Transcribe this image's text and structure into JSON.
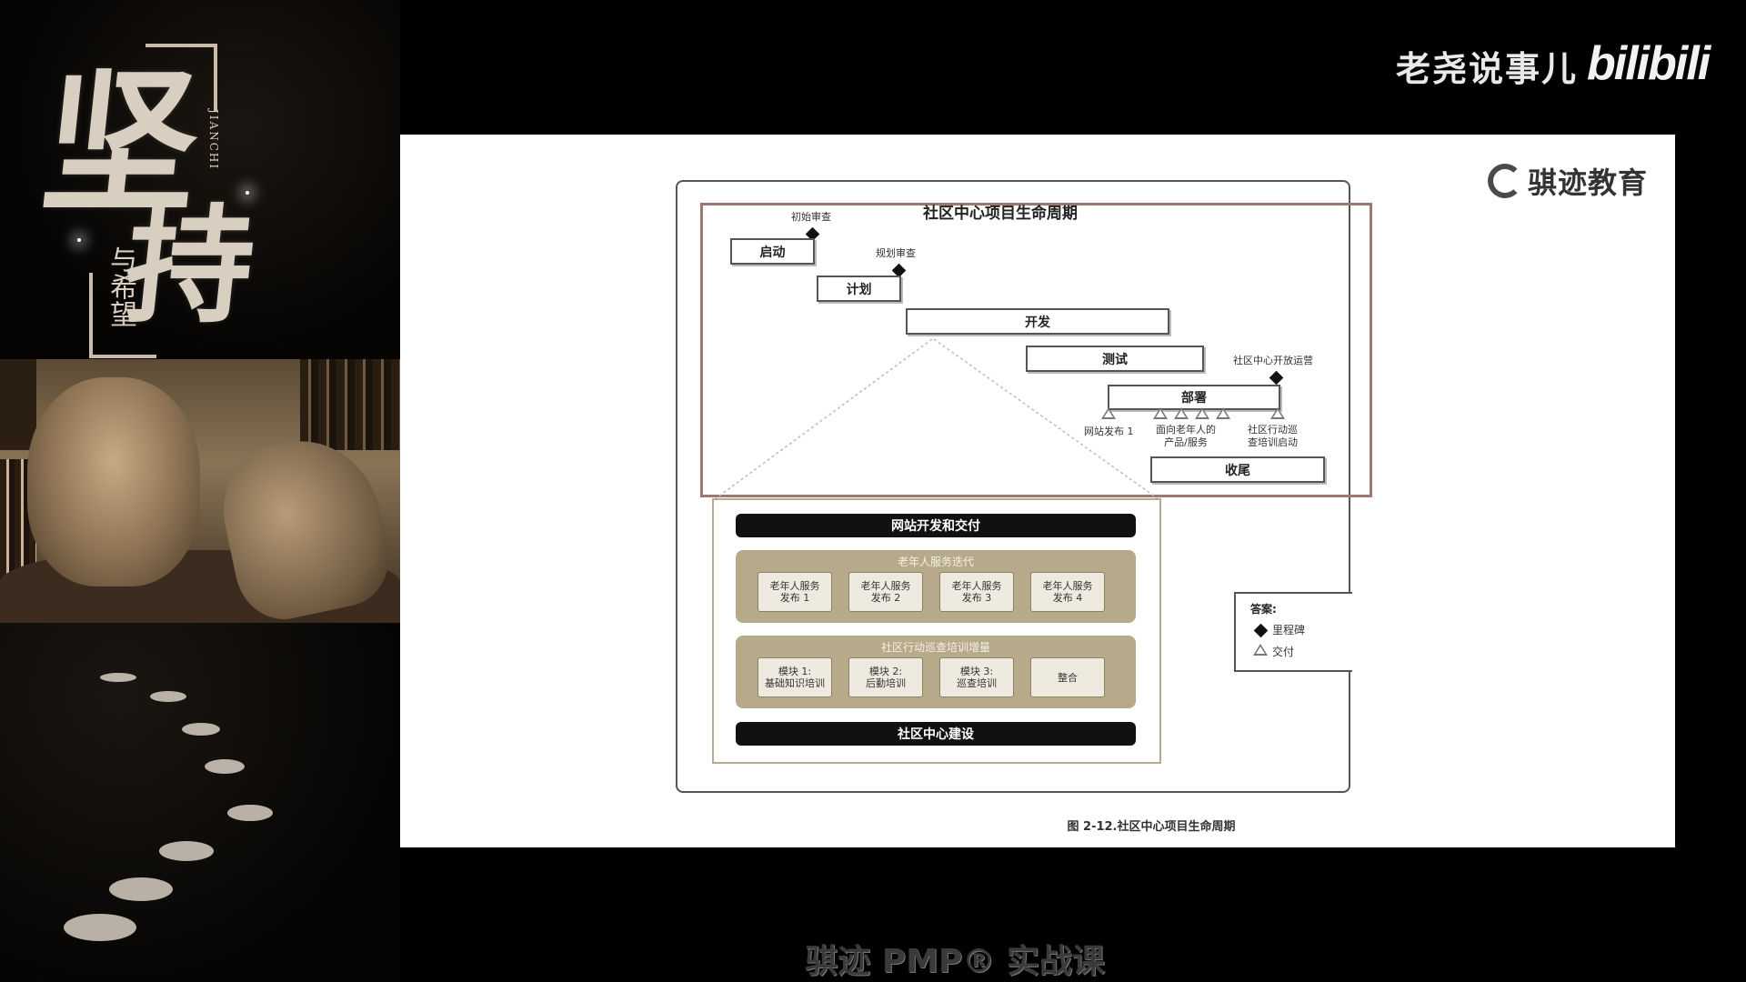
{
  "channel": {
    "name": "老尧说事儿",
    "platform": "bilibili"
  },
  "poster": {
    "main_char_1": "坚",
    "main_char_2": "持",
    "pinyin": "JIANCHI",
    "subtitle": "与希望"
  },
  "slide": {
    "logo": "骐迹教育",
    "diagram_title": "社区中心项目生命周期",
    "milestones": {
      "initial_review": "初始审查",
      "planning_review": "规划审查",
      "opening": "社区中心开放运营"
    },
    "phases": {
      "initiate": "启动",
      "plan": "计划",
      "develop": "开发",
      "test": "测试",
      "deploy": "部署",
      "close": "收尾"
    },
    "deliveries": {
      "website_release": "网站发布 1",
      "elderly_products": "面向老年人的\n产品/服务",
      "patrol_training": "社区行动巡\n查培训启动"
    },
    "detail": {
      "top_bar": "网站开发和交付",
      "bottom_bar": "社区中心建设",
      "group1": {
        "label": "老年人服务迭代",
        "tiles": [
          "老年人服务\n发布 1",
          "老年人服务\n发布 2",
          "老年人服务\n发布 3",
          "老年人服务\n发布 4"
        ]
      },
      "group2": {
        "label": "社区行动巡查培训增量",
        "tiles": [
          "模块 1:\n基础知识培训",
          "模块 2:\n后勤培训",
          "模块 3:\n巡查培训",
          "整合"
        ]
      }
    },
    "legend": {
      "title": "答案:",
      "milestone": "里程碑",
      "delivery": "交付"
    },
    "caption": "图 2-12.社区中心项目生命周期"
  },
  "course_title": "骐迹 PMP® 实战课"
}
